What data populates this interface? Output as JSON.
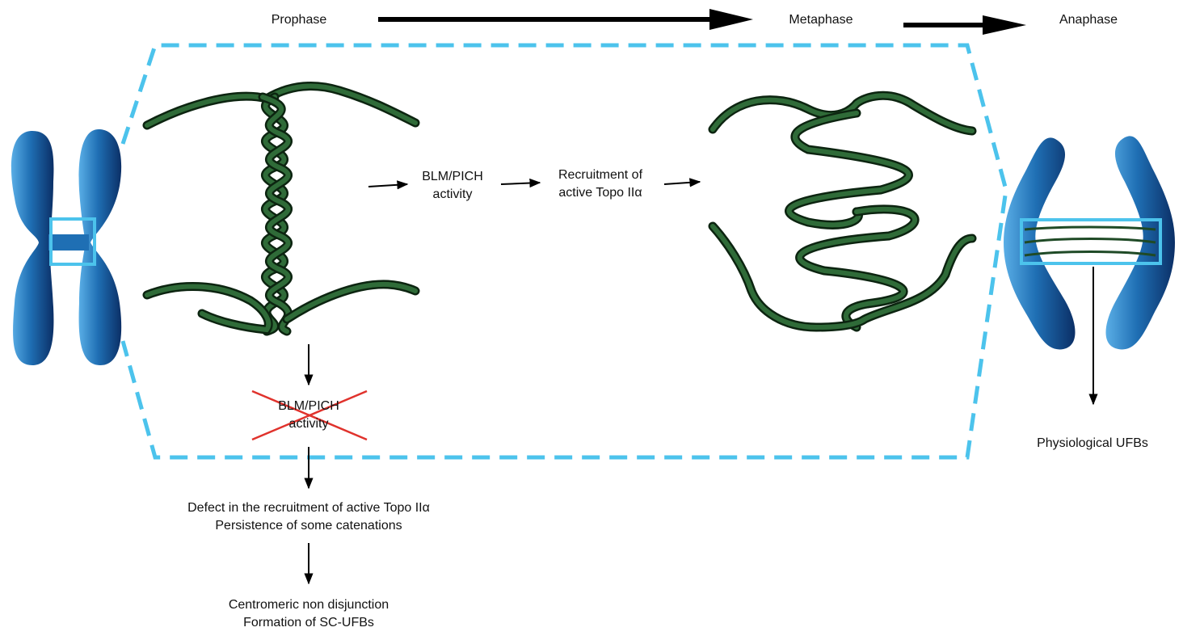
{
  "phases": {
    "prophase": "Prophase",
    "metaphase": "Metaphase",
    "anaphase": "Anaphase"
  },
  "pathway": {
    "step1": [
      "BLM/PICH",
      "activity"
    ],
    "step2": [
      "Recruitment of",
      "active Topo IIα"
    ]
  },
  "defect_branch": {
    "blocked": [
      "BLM/PICH",
      "activity"
    ],
    "defect": [
      "Defect in the recruitment of active Topo IIα",
      "Persistence of some catenations"
    ],
    "outcome": [
      "Centromeric non disjunction",
      "Formation of SC-UFBs"
    ]
  },
  "anaphase_result": "Physiological UFBs",
  "colors": {
    "chromosome": "#1f6fb4",
    "chromosome_dark": "#0b2f66",
    "dna": "#1f4a26",
    "dna_dark": "#0c2410",
    "highlight": "#4cc3ec",
    "inhibit": "#e0322c",
    "arrow": "#000000"
  }
}
